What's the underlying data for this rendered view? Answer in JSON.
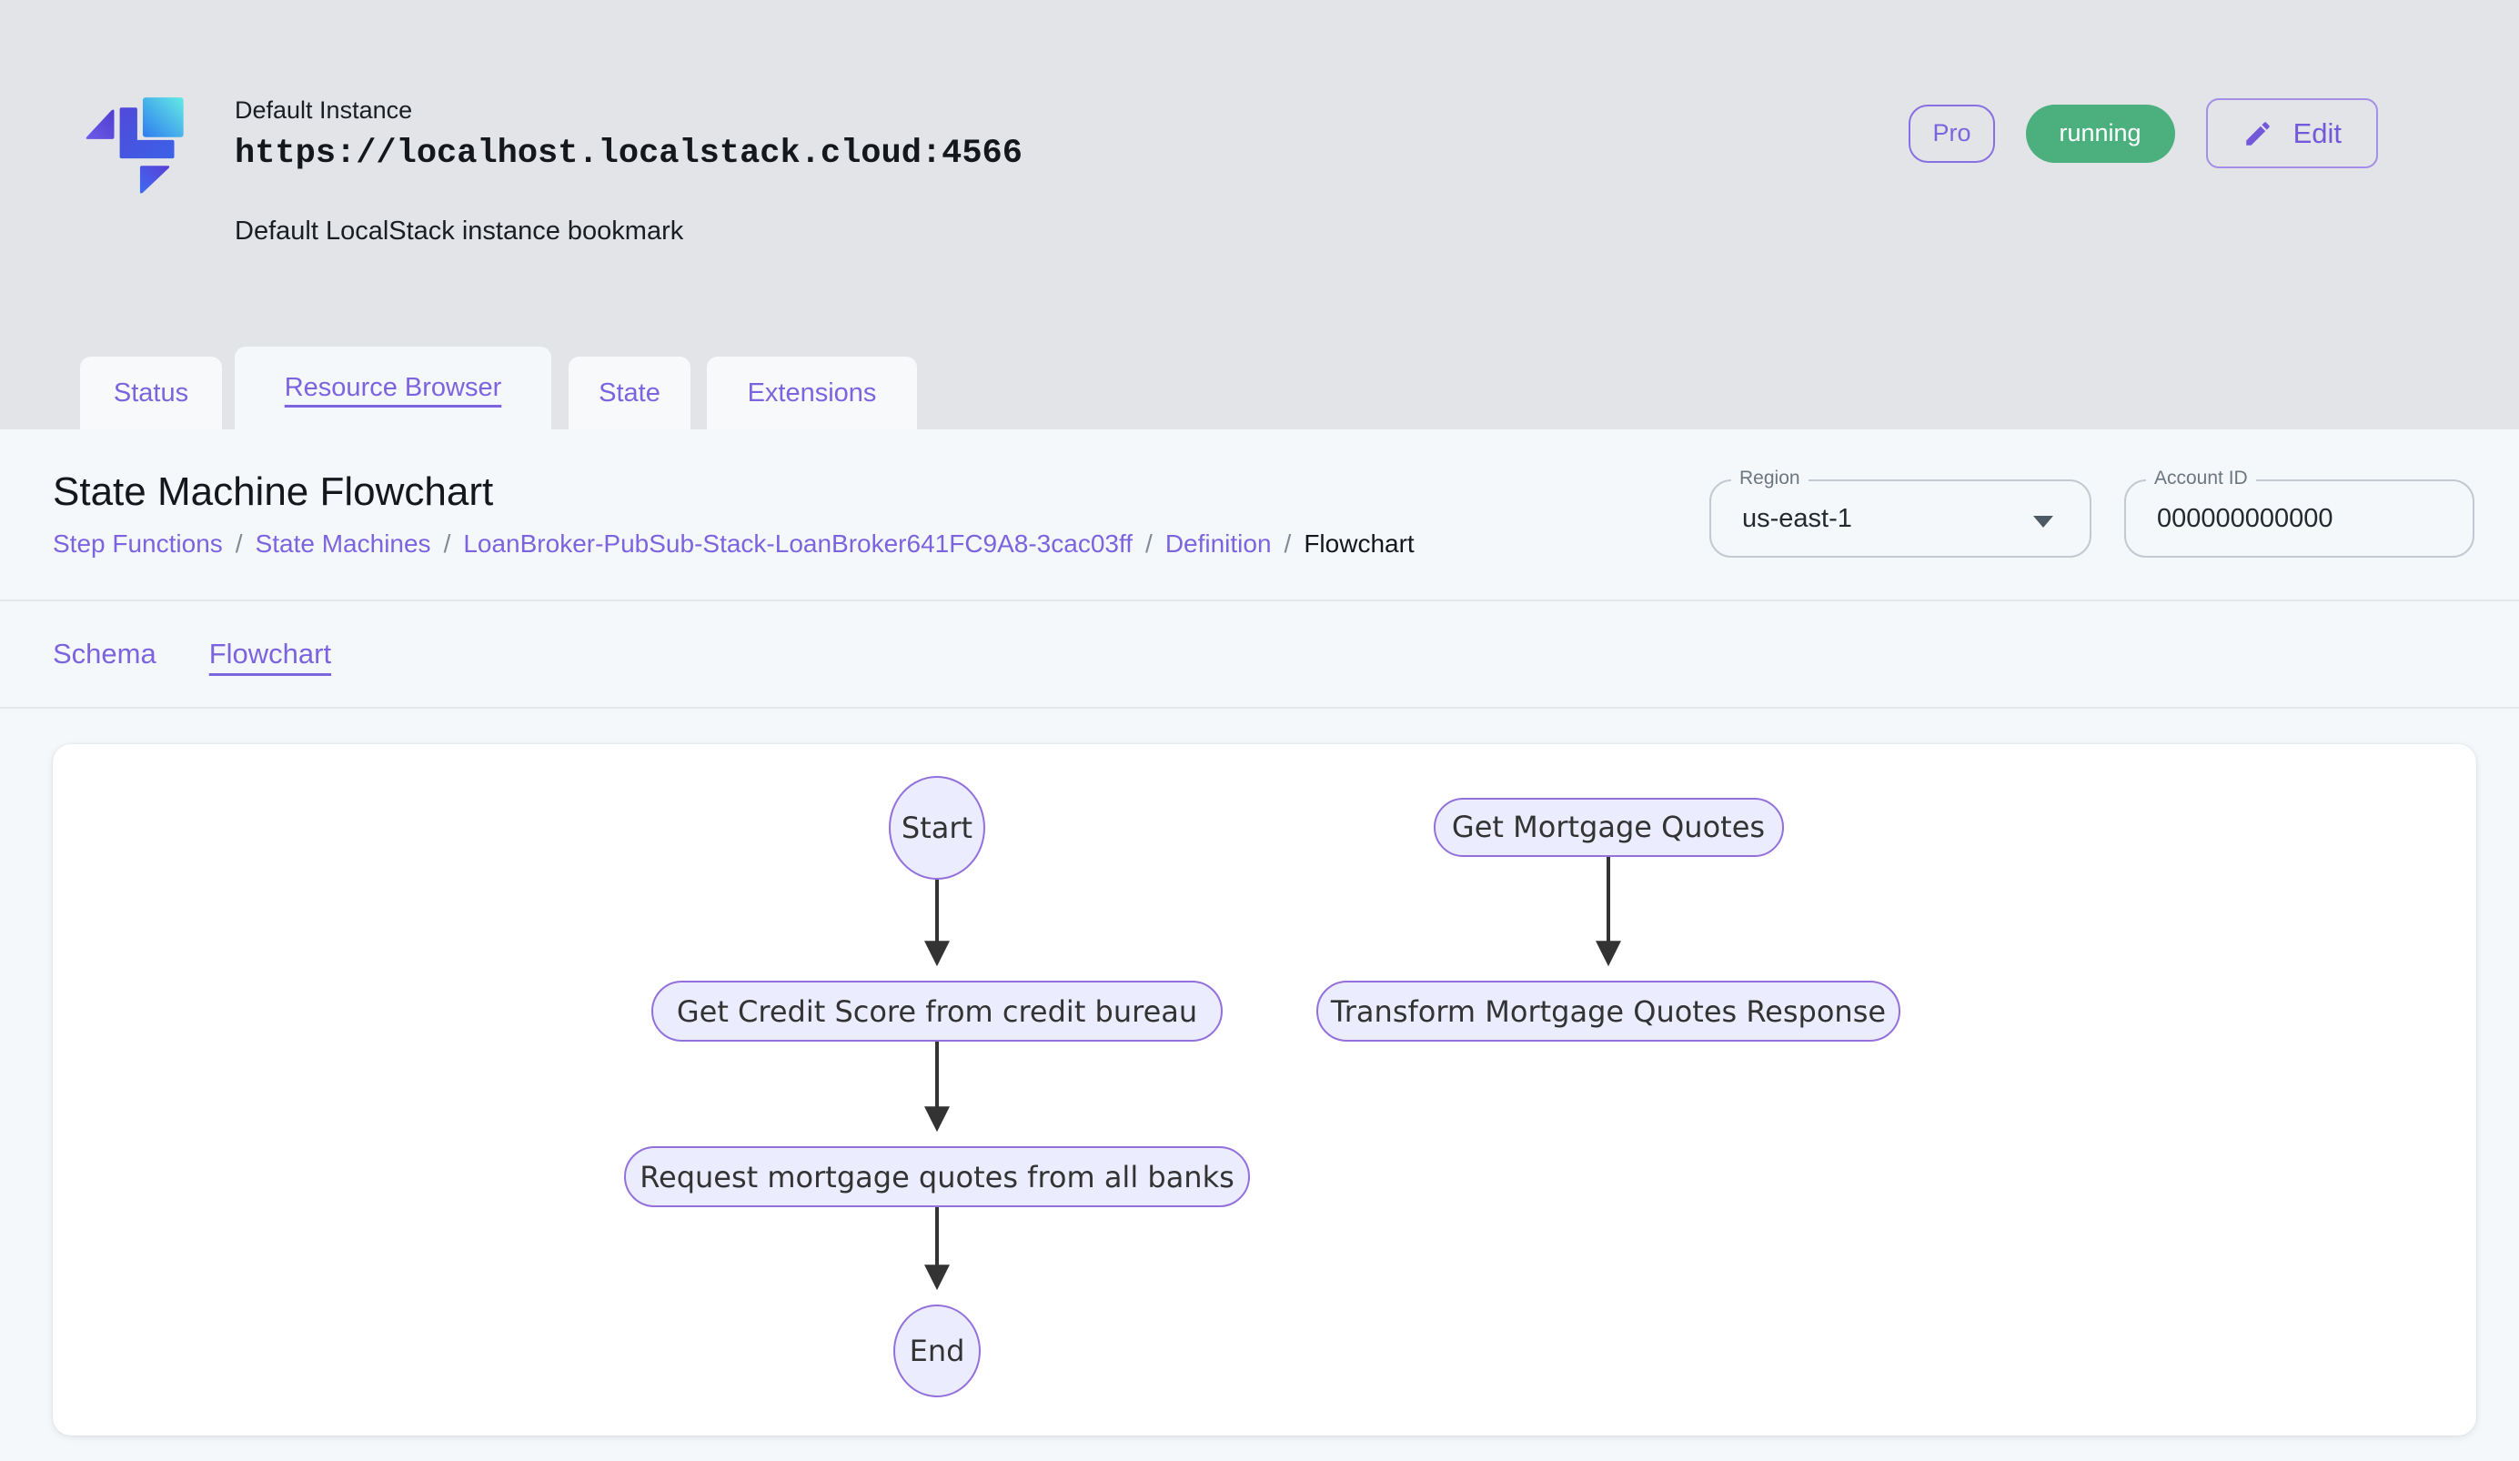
{
  "header": {
    "instance_name": "Default Instance",
    "instance_url": "https://localhost.localstack.cloud:4566",
    "instance_description": "Default LocalStack instance bookmark",
    "pro_badge": "Pro",
    "status_badge": "running",
    "edit_button": "Edit"
  },
  "tabs": [
    {
      "label": "Status",
      "active": false
    },
    {
      "label": "Resource Browser",
      "active": true
    },
    {
      "label": "State",
      "active": false
    },
    {
      "label": "Extensions",
      "active": false
    }
  ],
  "page": {
    "title": "State Machine Flowchart",
    "breadcrumb": {
      "items": [
        "Step Functions",
        "State Machines",
        "LoanBroker-PubSub-Stack-LoanBroker641FC9A8-3cac03ff",
        "Definition",
        "Flowchart"
      ],
      "separator": "/"
    },
    "region": {
      "label": "Region",
      "value": "us-east-1"
    },
    "account": {
      "label": "Account ID",
      "value": "000000000000"
    }
  },
  "subtabs": [
    {
      "label": "Schema",
      "active": false
    },
    {
      "label": "Flowchart",
      "active": true
    }
  ],
  "flowchart": {
    "nodes": {
      "start": "Start",
      "credit": "Get Credit Score from credit bureau",
      "request": "Request mortgage quotes from all banks",
      "end": "End",
      "quotes": "Get Mortgage Quotes",
      "transform": "Transform Mortgage Quotes Response"
    },
    "edges": [
      {
        "from": "Start",
        "to": "Get Credit Score from credit bureau"
      },
      {
        "from": "Get Credit Score from credit bureau",
        "to": "Request mortgage quotes from all banks"
      },
      {
        "from": "Request mortgage quotes from all banks",
        "to": "End"
      },
      {
        "from": "Get Mortgage Quotes",
        "to": "Transform Mortgage Quotes Response"
      }
    ],
    "colors": {
      "node_fill": "#ECECFF",
      "node_stroke": "#9370DB",
      "arrow": "#333333"
    }
  },
  "colors": {
    "accent_purple": "#7D64DF",
    "status_green": "#4CAF7E",
    "header_bg": "#E2E4E8",
    "panel_bg": "#F5F8FA",
    "card_bg": "#FFFFFF"
  }
}
